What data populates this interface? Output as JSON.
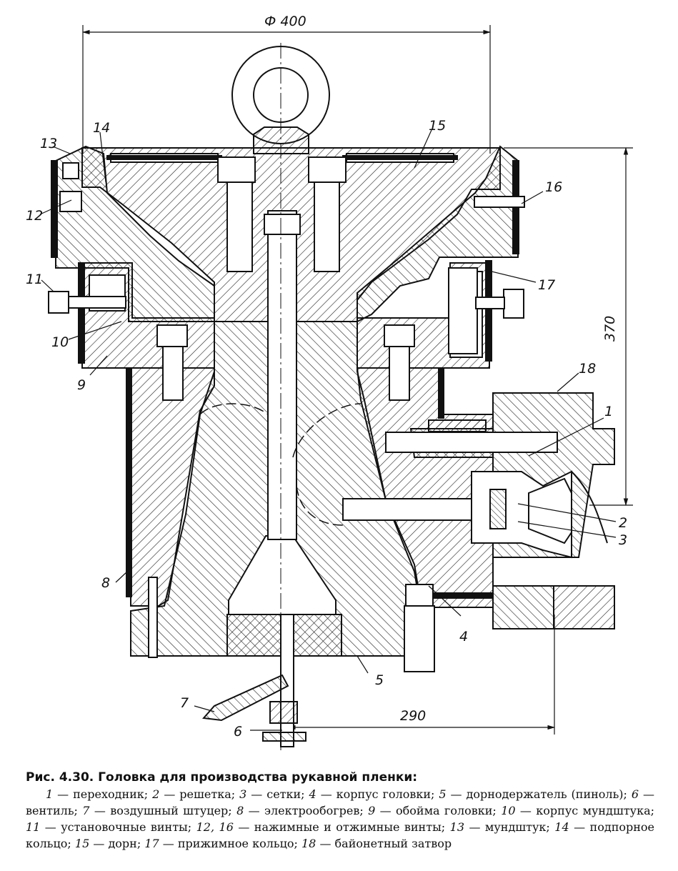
{
  "dimensions": {
    "top": "Ф 400",
    "right": "370",
    "bottom": "290"
  },
  "labels": [
    "1",
    "2",
    "3",
    "4",
    "5",
    "6",
    "7",
    "8",
    "9",
    "10",
    "11",
    "12",
    "13",
    "14",
    "15",
    "16",
    "17",
    "18"
  ],
  "caption": {
    "title": "Рис. 4.30. Головка для производства рукавной пленки:",
    "items": [
      {
        "num": "1",
        "text": "переходник;"
      },
      {
        "num": "2",
        "text": "решетка;"
      },
      {
        "num": "3",
        "text": "сетки;"
      },
      {
        "num": "4",
        "text": "корпус головки;"
      },
      {
        "num": "5",
        "text": "дорнодержатель (пиноль);"
      },
      {
        "num": "6",
        "text": "вентиль;"
      },
      {
        "num": "7",
        "text": "воздушный штуцер;"
      },
      {
        "num": "8",
        "text": "электрообогрев;"
      },
      {
        "num": "9",
        "text": "обойма головки;"
      },
      {
        "num": "10",
        "text": "корпус мундштука;"
      },
      {
        "num": "11",
        "text": "установочные винты;"
      },
      {
        "num": "12, 16",
        "text": "нажимные и отжимные винты;"
      },
      {
        "num": "13",
        "text": "мундштук;"
      },
      {
        "num": "14",
        "text": "подпорное кольцо;"
      },
      {
        "num": "15",
        "text": "дорн;"
      },
      {
        "num": "17",
        "text": "прижимное кольцо;"
      },
      {
        "num": "18",
        "text": "байонетный затвор"
      }
    ]
  }
}
